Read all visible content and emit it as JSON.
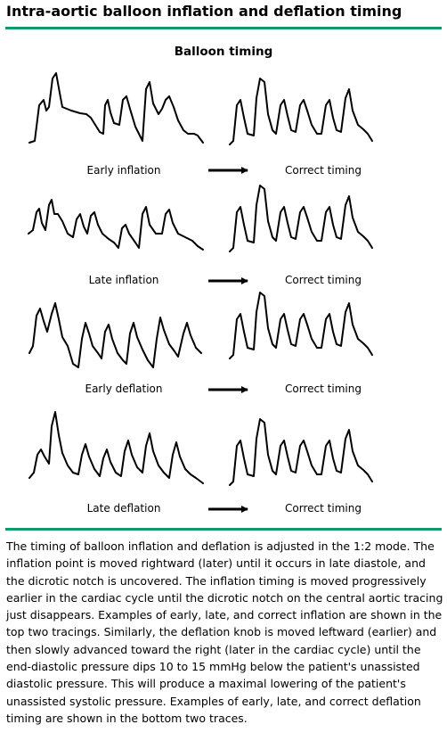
{
  "header": {
    "title": "Intra-aortic balloon inflation and deflation timing",
    "accent_color": "#0e9a6a"
  },
  "figure": {
    "subtitle": "Balloon timing",
    "rows": [
      {
        "left_label": "Early inflation",
        "right_label": "Correct timing"
      },
      {
        "left_label": "Late inflation",
        "right_label": "Correct timing"
      },
      {
        "left_label": "Early deflation",
        "right_label": "Correct timing"
      },
      {
        "left_label": "Late deflation",
        "right_label": "Correct timing"
      }
    ]
  },
  "caption": "The timing of balloon inflation and deflation is adjusted in the 1:2 mode. The inflation point is moved rightward (later) until it occurs in late diastole, and the dicrotic notch is uncovered. The inflation timing is moved progressively earlier in the cardiac cycle until the dicrotic notch on the central aortic tracing just disappears. Examples of early, late, and correct inflation are shown in the top two tracings. Similarly, the deflation knob is moved leftward (earlier) and then slowly advanced toward the right (later in the cardiac cycle) until the end-diastolic pressure dips 10 to 15 mmHg below the patient's unassisted diastolic pressure. This will produce a maximal lowering of the patient's unassisted systolic pressure. Examples of early, late, and correct deflation timing are shown in the bottom two traces."
}
